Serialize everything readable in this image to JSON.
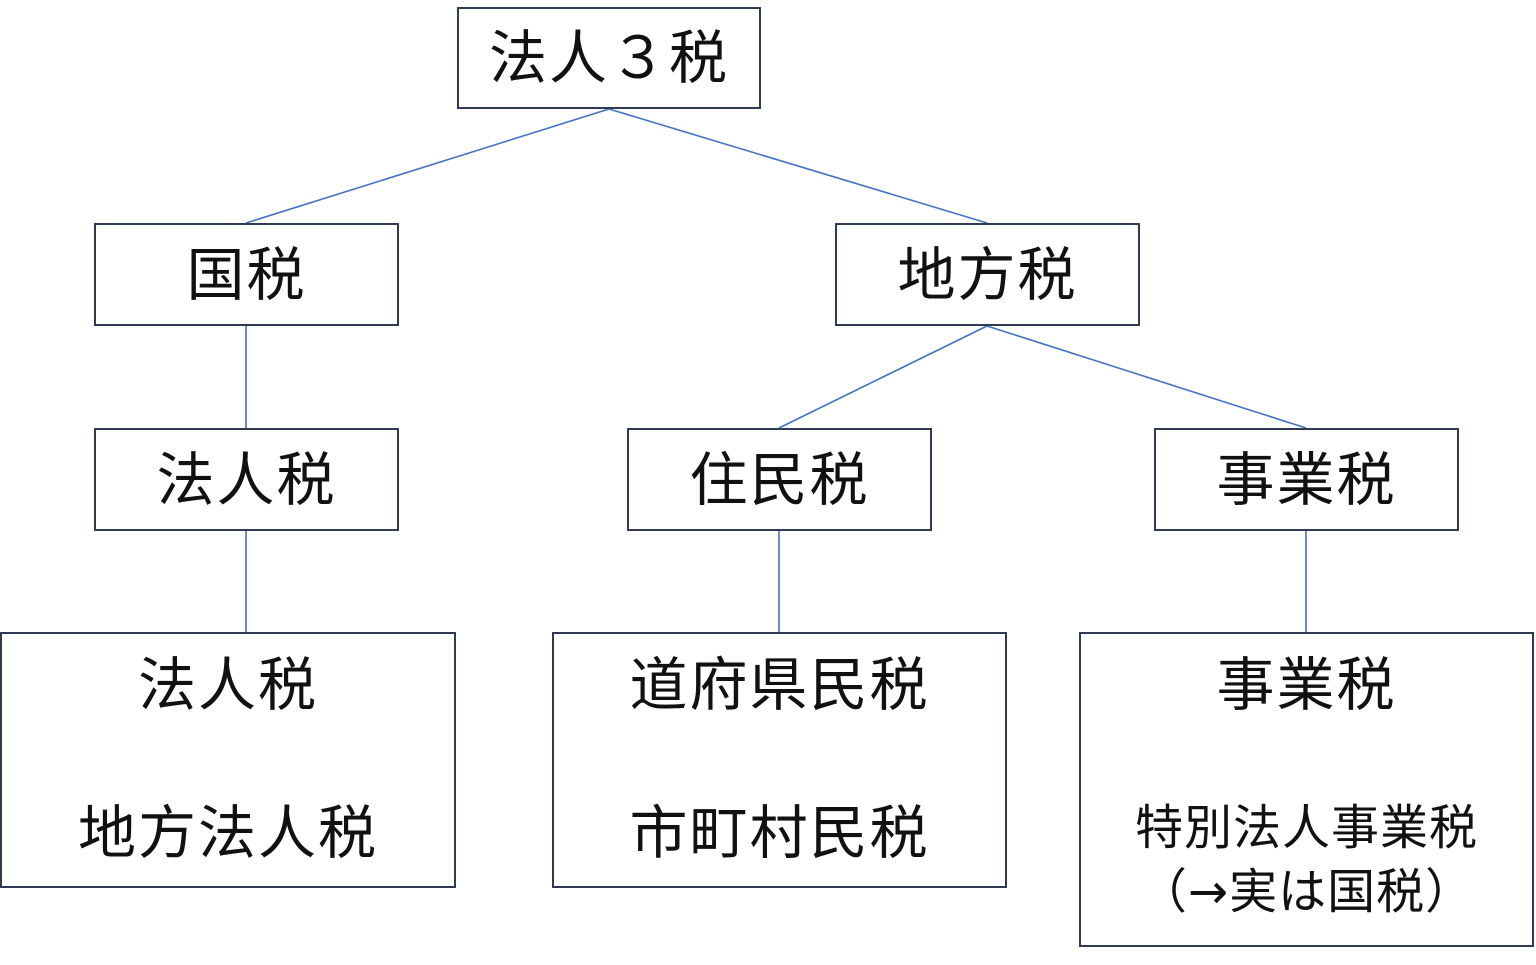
{
  "diagram": {
    "root": {
      "label": "法人３税"
    },
    "national_tax": {
      "label": "国税"
    },
    "local_tax": {
      "label": "地方税"
    },
    "corporate_tax": {
      "label": "法人税"
    },
    "resident_tax": {
      "label": "住民税"
    },
    "business_tax": {
      "label": "事業税"
    },
    "corporate_tax_details": {
      "line1": "法人税",
      "line2": "地方法人税"
    },
    "resident_tax_details": {
      "line1": "道府県民税",
      "line2": "市町村民税"
    },
    "business_tax_details": {
      "line1": "事業税",
      "line2": "特別法人事業税",
      "line3": "（→実は国税）"
    },
    "colors": {
      "connector": "#4472c4",
      "box_border": "#2f3b54",
      "text": "#111111"
    }
  }
}
